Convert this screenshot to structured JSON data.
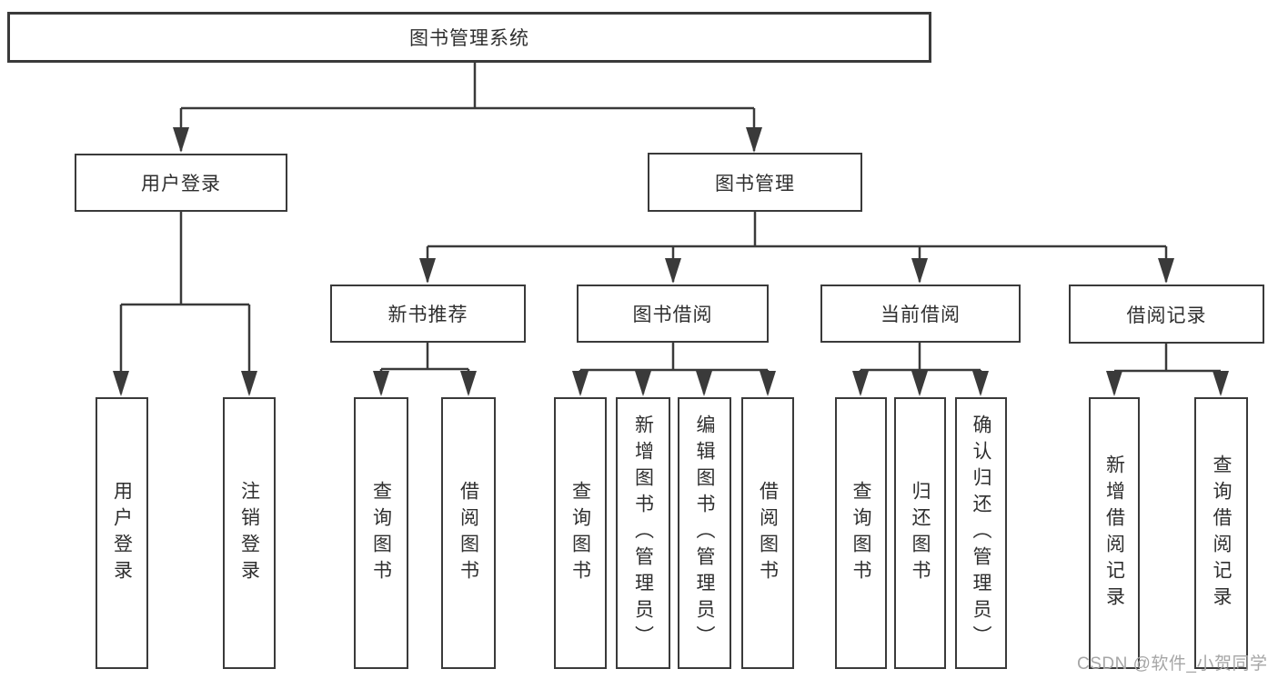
{
  "diagram_title": "图书管理系统",
  "tree": {
    "label": "图书管理系统",
    "children": [
      {
        "label": "用户登录",
        "children": [
          {
            "label": "用户登录"
          },
          {
            "label": "注销登录"
          }
        ]
      },
      {
        "label": "图书管理",
        "children": [
          {
            "label": "新书推荐",
            "children": [
              {
                "label": "查询图书"
              },
              {
                "label": "借阅图书"
              }
            ]
          },
          {
            "label": "图书借阅",
            "children": [
              {
                "label": "查询图书"
              },
              {
                "label": "新增图书（管理员）"
              },
              {
                "label": "编辑图书（管理员）"
              },
              {
                "label": "借阅图书"
              }
            ]
          },
          {
            "label": "当前借阅",
            "children": [
              {
                "label": "查询图书"
              },
              {
                "label": "归还图书"
              },
              {
                "label": "确认归还（管理员）"
              }
            ]
          },
          {
            "label": "借阅记录",
            "children": [
              {
                "label": "新增借阅记录"
              },
              {
                "label": "查询借阅记录"
              }
            ]
          }
        ]
      }
    ]
  },
  "watermark": {
    "text": "CSDN @软件_小贺同学"
  },
  "colors": {
    "line": "#3a3a3a",
    "box_border": "#3a3a3a",
    "text": "#2f2f2f",
    "watermark": "#a6a6a6",
    "background": "#ffffff"
  }
}
